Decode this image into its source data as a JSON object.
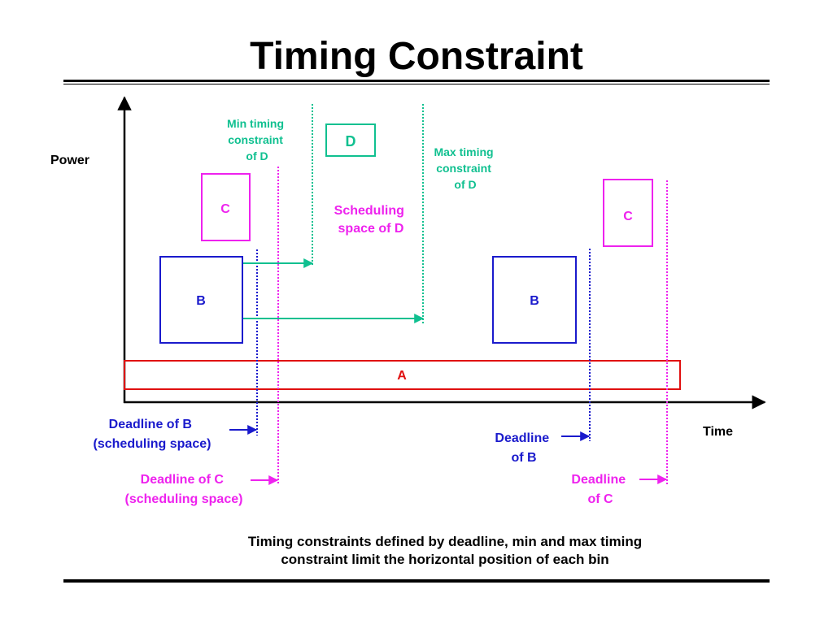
{
  "title": "Timing Constraint",
  "axes": {
    "y_label": "Power",
    "x_label": "Time"
  },
  "bins": {
    "a": "A",
    "b_first": "B",
    "b_second": "B",
    "c_first": "C",
    "c_second": "C",
    "d": "D"
  },
  "annotations": {
    "min_timing_d": [
      "Min timing",
      "constraint",
      "of D"
    ],
    "max_timing_d": [
      "Max timing",
      "constraint",
      "of D"
    ],
    "scheduling_space_d": [
      "Scheduling",
      "space of D"
    ],
    "deadline_b_sched": [
      "Deadline of B",
      "(scheduling space)"
    ],
    "deadline_c_sched": [
      "Deadline of C",
      "(scheduling space)"
    ],
    "deadline_b": [
      "Deadline",
      "of B"
    ],
    "deadline_c": [
      "Deadline",
      "of C"
    ]
  },
  "caption": [
    "Timing constraints defined by deadline, min and max timing",
    "constraint limit the horizontal position of each bin"
  ],
  "colors": {
    "black": "#000000",
    "blue": "#1a1acc",
    "magenta": "#ee22ee",
    "red": "#e01010",
    "teal": "#10c090"
  }
}
